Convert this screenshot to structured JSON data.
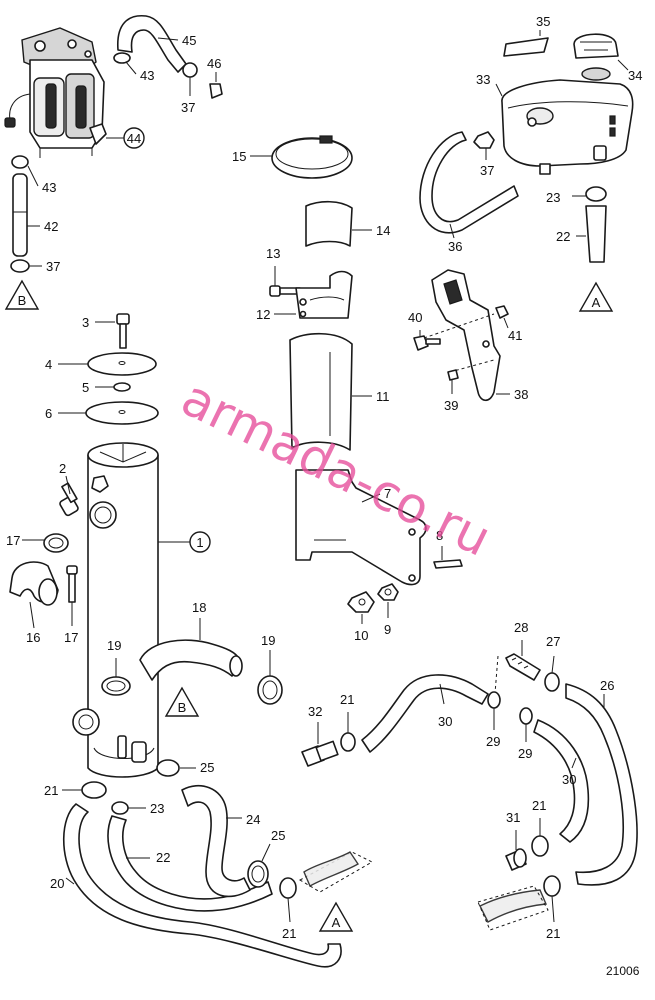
{
  "watermark": "armada-co.ru",
  "drawing_number": "21006",
  "colors": {
    "line": "#1a1a1a",
    "watermark": "#e64d9a",
    "background": "#ffffff"
  },
  "labels": {
    "p1": "1",
    "p2": "2",
    "p3": "3",
    "p4": "4",
    "p5": "5",
    "p6": "6",
    "p7": "7",
    "p8": "8",
    "p9": "9",
    "p10": "10",
    "p11": "11",
    "p12": "12",
    "p13": "13",
    "p14": "14",
    "p15": "15",
    "p16": "16",
    "p17a": "17",
    "p17b": "17",
    "p18": "18",
    "p19a": "19",
    "p19b": "19",
    "p20": "20",
    "p21a": "21",
    "p21b": "21",
    "p21c": "21",
    "p21d": "21",
    "p21e": "21",
    "p22a": "22",
    "p22b": "22",
    "p23a": "23",
    "p23b": "23",
    "p24": "24",
    "p25a": "25",
    "p25b": "25",
    "p26": "26",
    "p27": "27",
    "p28": "28",
    "p29a": "29",
    "p29b": "29",
    "p30a": "30",
    "p30b": "30",
    "p31": "31",
    "p32": "32",
    "p33": "33",
    "p34": "34",
    "p35": "35",
    "p36": "36",
    "p37a": "37",
    "p37b": "37",
    "p37c": "37",
    "p38": "38",
    "p39": "39",
    "p40": "40",
    "p41": "41",
    "p42": "42",
    "p43a": "43",
    "p43b": "43",
    "p44": "44",
    "p45": "45",
    "p46": "46"
  },
  "connectors": {
    "triA1": "A",
    "triA2": "A",
    "triB1": "B",
    "triB2": "B"
  }
}
